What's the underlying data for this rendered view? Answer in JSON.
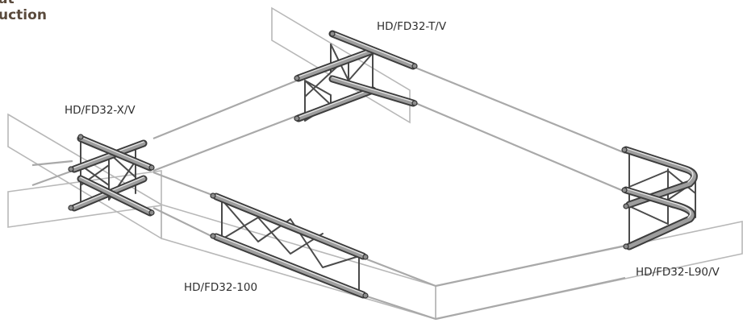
{
  "heading": {
    "line1": "at",
    "line2": "uction"
  },
  "labels": {
    "tv": "HD/FD32-T/V",
    "xv": "HD/FD32-X/V",
    "straight": "HD/FD32-100",
    "l90": "HD/FD32-L90/V"
  },
  "colors": {
    "plane_stroke": "#b8b8b8",
    "guide_stroke": "#a9a9a9",
    "tube_dark": "#3d3d3d",
    "tube_mid": "#9d9d9d",
    "heading_text": "#5a4a3c"
  },
  "icons": [
    "truss-t-junction-icon",
    "truss-x-junction-icon",
    "truss-straight-icon",
    "truss-corner-l90-icon"
  ]
}
